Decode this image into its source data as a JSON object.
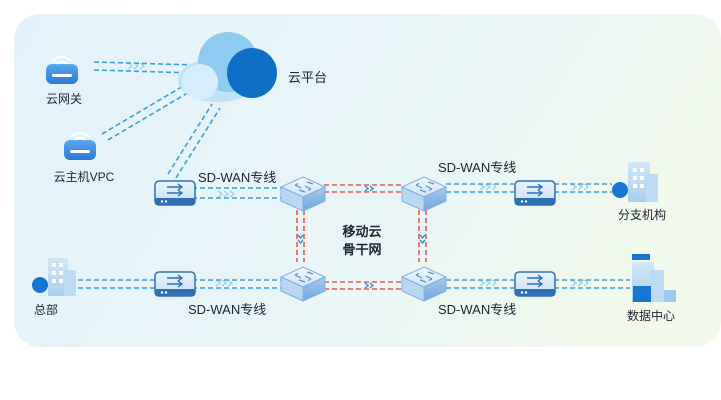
{
  "labels": {
    "cloud_platform": "云平台",
    "cloud_gateway": "云网关",
    "cloud_host_vpc": "云主机VPC",
    "sdwan_top_left": "SD-WAN专线",
    "sdwan_top_right": "SD-WAN专线",
    "sdwan_bottom_left": "SD-WAN专线",
    "sdwan_bottom_right": "SD-WAN专线",
    "backbone_line1": "移动云",
    "backbone_line2": "骨干网",
    "branch": "分支机构",
    "headquarters": "总部",
    "data_center": "数据中心"
  },
  "colors": {
    "panel_left": "#e6f3fb",
    "panel_right": "#eef8ee",
    "link_blue": "#3aa0dd",
    "ring_red": "#e25b5b",
    "accent": "#1677d2",
    "cloud_light": "#bfe2f6",
    "cloud_dark": "#0e6fc4"
  },
  "icons": {
    "gateway": "wifi-router-icon",
    "host": "wifi-router-icon",
    "cloud": "cloud-icon",
    "sdwan_box": "sdwan-appliance-icon",
    "switch": "core-switch-icon",
    "building": "building-icon",
    "datacenter": "datacenter-building-icon"
  }
}
